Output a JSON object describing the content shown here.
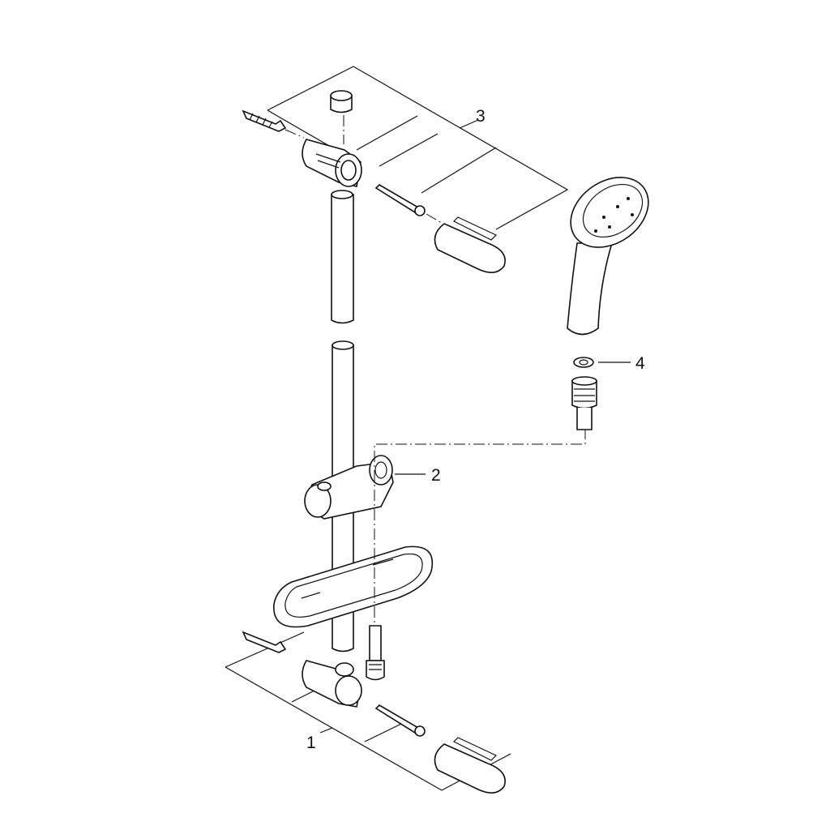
{
  "diagram": {
    "callouts": [
      {
        "id": "part-1",
        "label": "1"
      },
      {
        "id": "part-2",
        "label": "2"
      },
      {
        "id": "part-3",
        "label": "3"
      },
      {
        "id": "part-4",
        "label": "4"
      }
    ],
    "colors": {
      "line": "#111111",
      "background": "#ffffff"
    }
  }
}
